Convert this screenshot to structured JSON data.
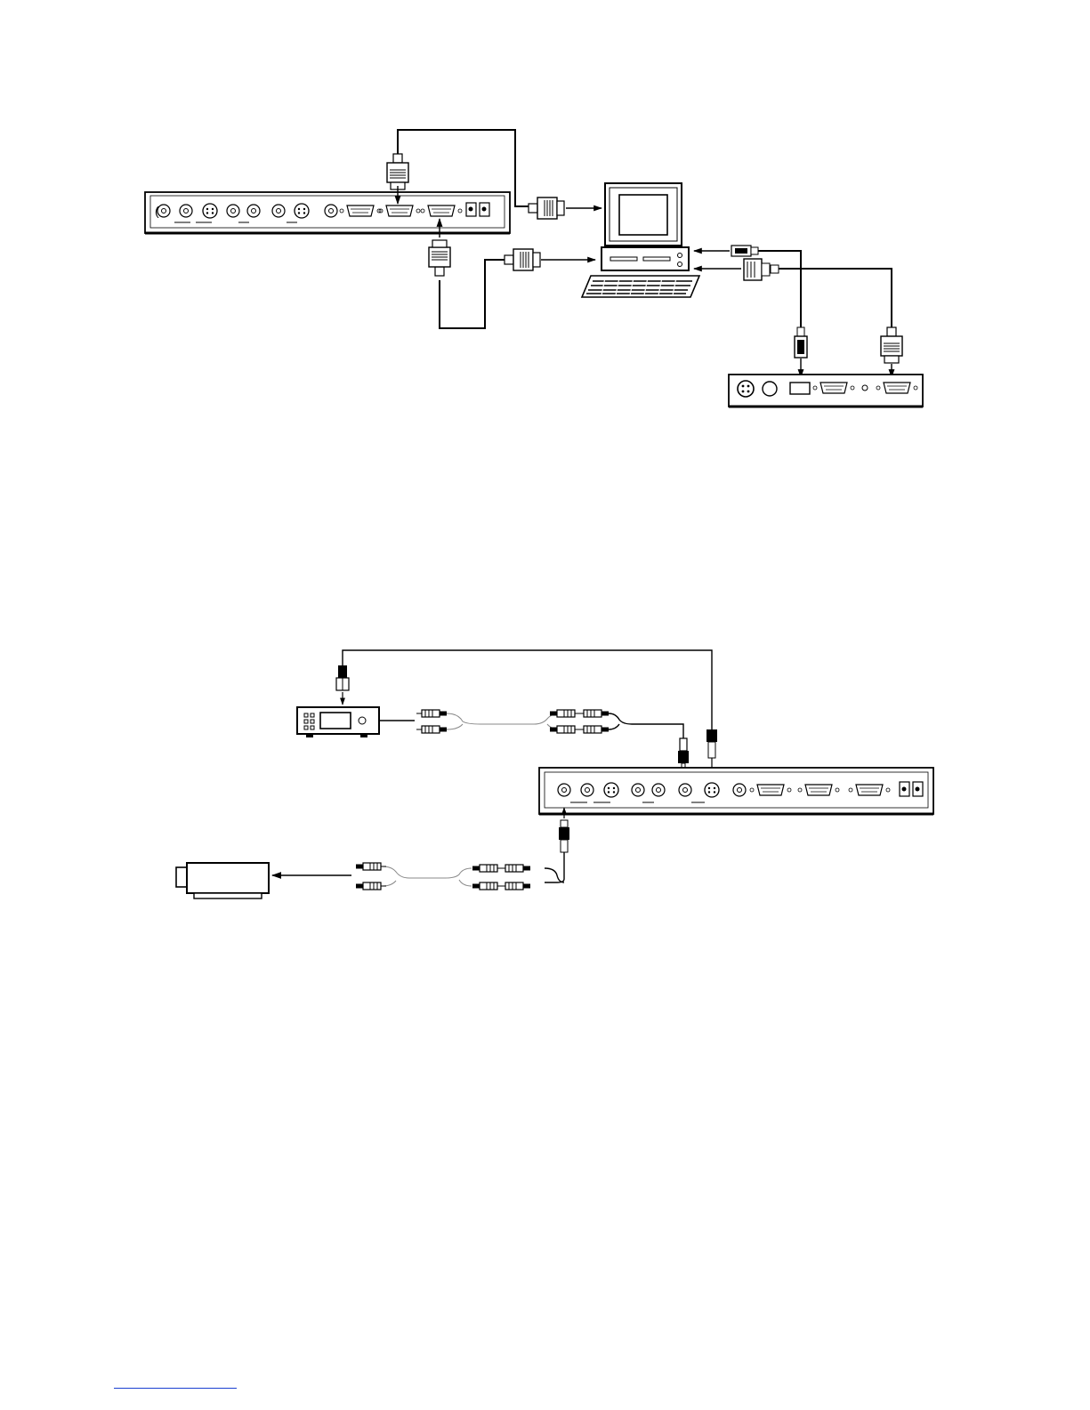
{
  "page": {
    "background": "#ffffff",
    "line_color": "#000000",
    "link_color": "#1a3fd0"
  },
  "diagrams": [
    {
      "id": "pc-connection",
      "components": [
        {
          "type": "video-switcher-rear-panel",
          "icon": "rear-panel-icon"
        },
        {
          "type": "monitor",
          "icon": "monitor-icon"
        },
        {
          "type": "pc-tower",
          "icon": "pc-icon"
        },
        {
          "type": "keyboard",
          "icon": "keyboard-icon"
        },
        {
          "type": "control-box-rear-panel",
          "icon": "rear-panel-icon"
        }
      ],
      "cables": [
        {
          "type": "vga",
          "icon": "vga-connector-icon"
        },
        {
          "type": "usb",
          "icon": "usb-connector-icon"
        }
      ]
    },
    {
      "id": "av-connection",
      "components": [
        {
          "type": "av-receiver",
          "icon": "receiver-icon"
        },
        {
          "type": "video-switcher-rear-panel",
          "icon": "rear-panel-icon"
        },
        {
          "type": "projector",
          "icon": "projector-icon"
        }
      ],
      "cables": [
        {
          "type": "rca-pair",
          "icon": "rca-connector-icon"
        },
        {
          "type": "s-video",
          "icon": "svideo-connector-icon"
        },
        {
          "type": "minijack",
          "icon": "minijack-connector-icon"
        }
      ]
    }
  ]
}
